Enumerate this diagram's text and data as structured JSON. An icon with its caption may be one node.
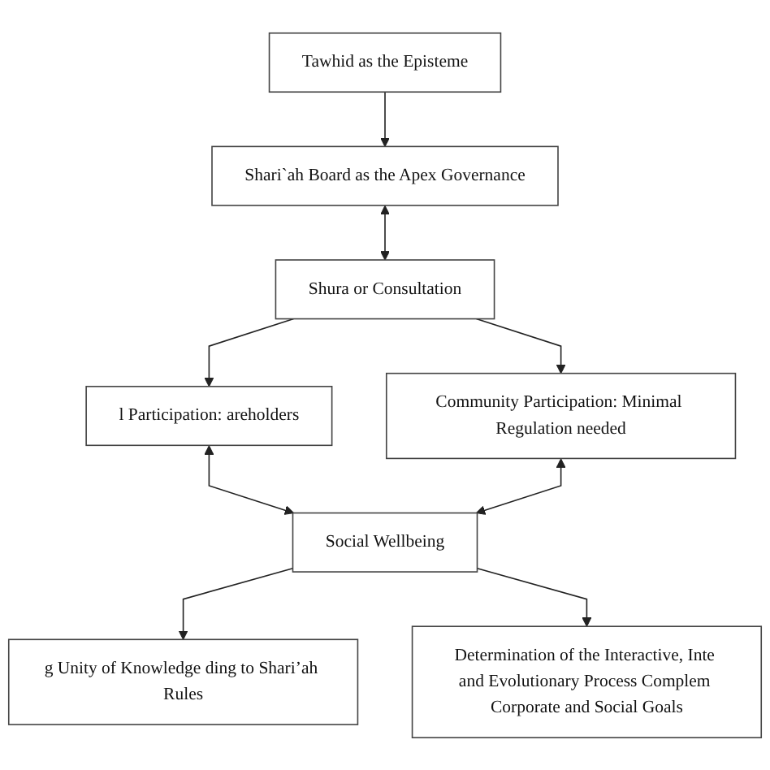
{
  "diagram": {
    "nodes": [
      {
        "text": [
          "Tawhid as the Episteme"
        ]
      },
      {
        "text": [
          "Shari`ah Board as the Apex Governance"
        ]
      },
      {
        "text": [
          "Shura or Consultation"
        ]
      },
      {
        "text": [
          "l Participation: areholders"
        ]
      },
      {
        "text": [
          "Community Participation: Minimal Regulation needed"
        ]
      },
      {
        "text": [
          "Social Wellbeing"
        ]
      },
      {
        "text": [
          "g Unity of Knowledge ding to Shari’ah Rules"
        ]
      },
      {
        "text": [
          "Determination of the Interactive, Inte and Evolutionary Process Complem Corporate and Social Goals"
        ]
      }
    ],
    "edges": [
      {
        "from": 0,
        "to": 1,
        "arrow": "to"
      },
      {
        "from": 1,
        "to": 2,
        "arrow": "both"
      },
      {
        "from": 2,
        "to": 3,
        "arrow": "to"
      },
      {
        "from": 2,
        "to": 4,
        "arrow": "to"
      },
      {
        "from": 3,
        "to": 5,
        "arrow": "both"
      },
      {
        "from": 4,
        "to": 5,
        "arrow": "both"
      },
      {
        "from": 5,
        "to": 6,
        "arrow": "to"
      },
      {
        "from": 5,
        "to": 7,
        "arrow": "to"
      }
    ]
  }
}
